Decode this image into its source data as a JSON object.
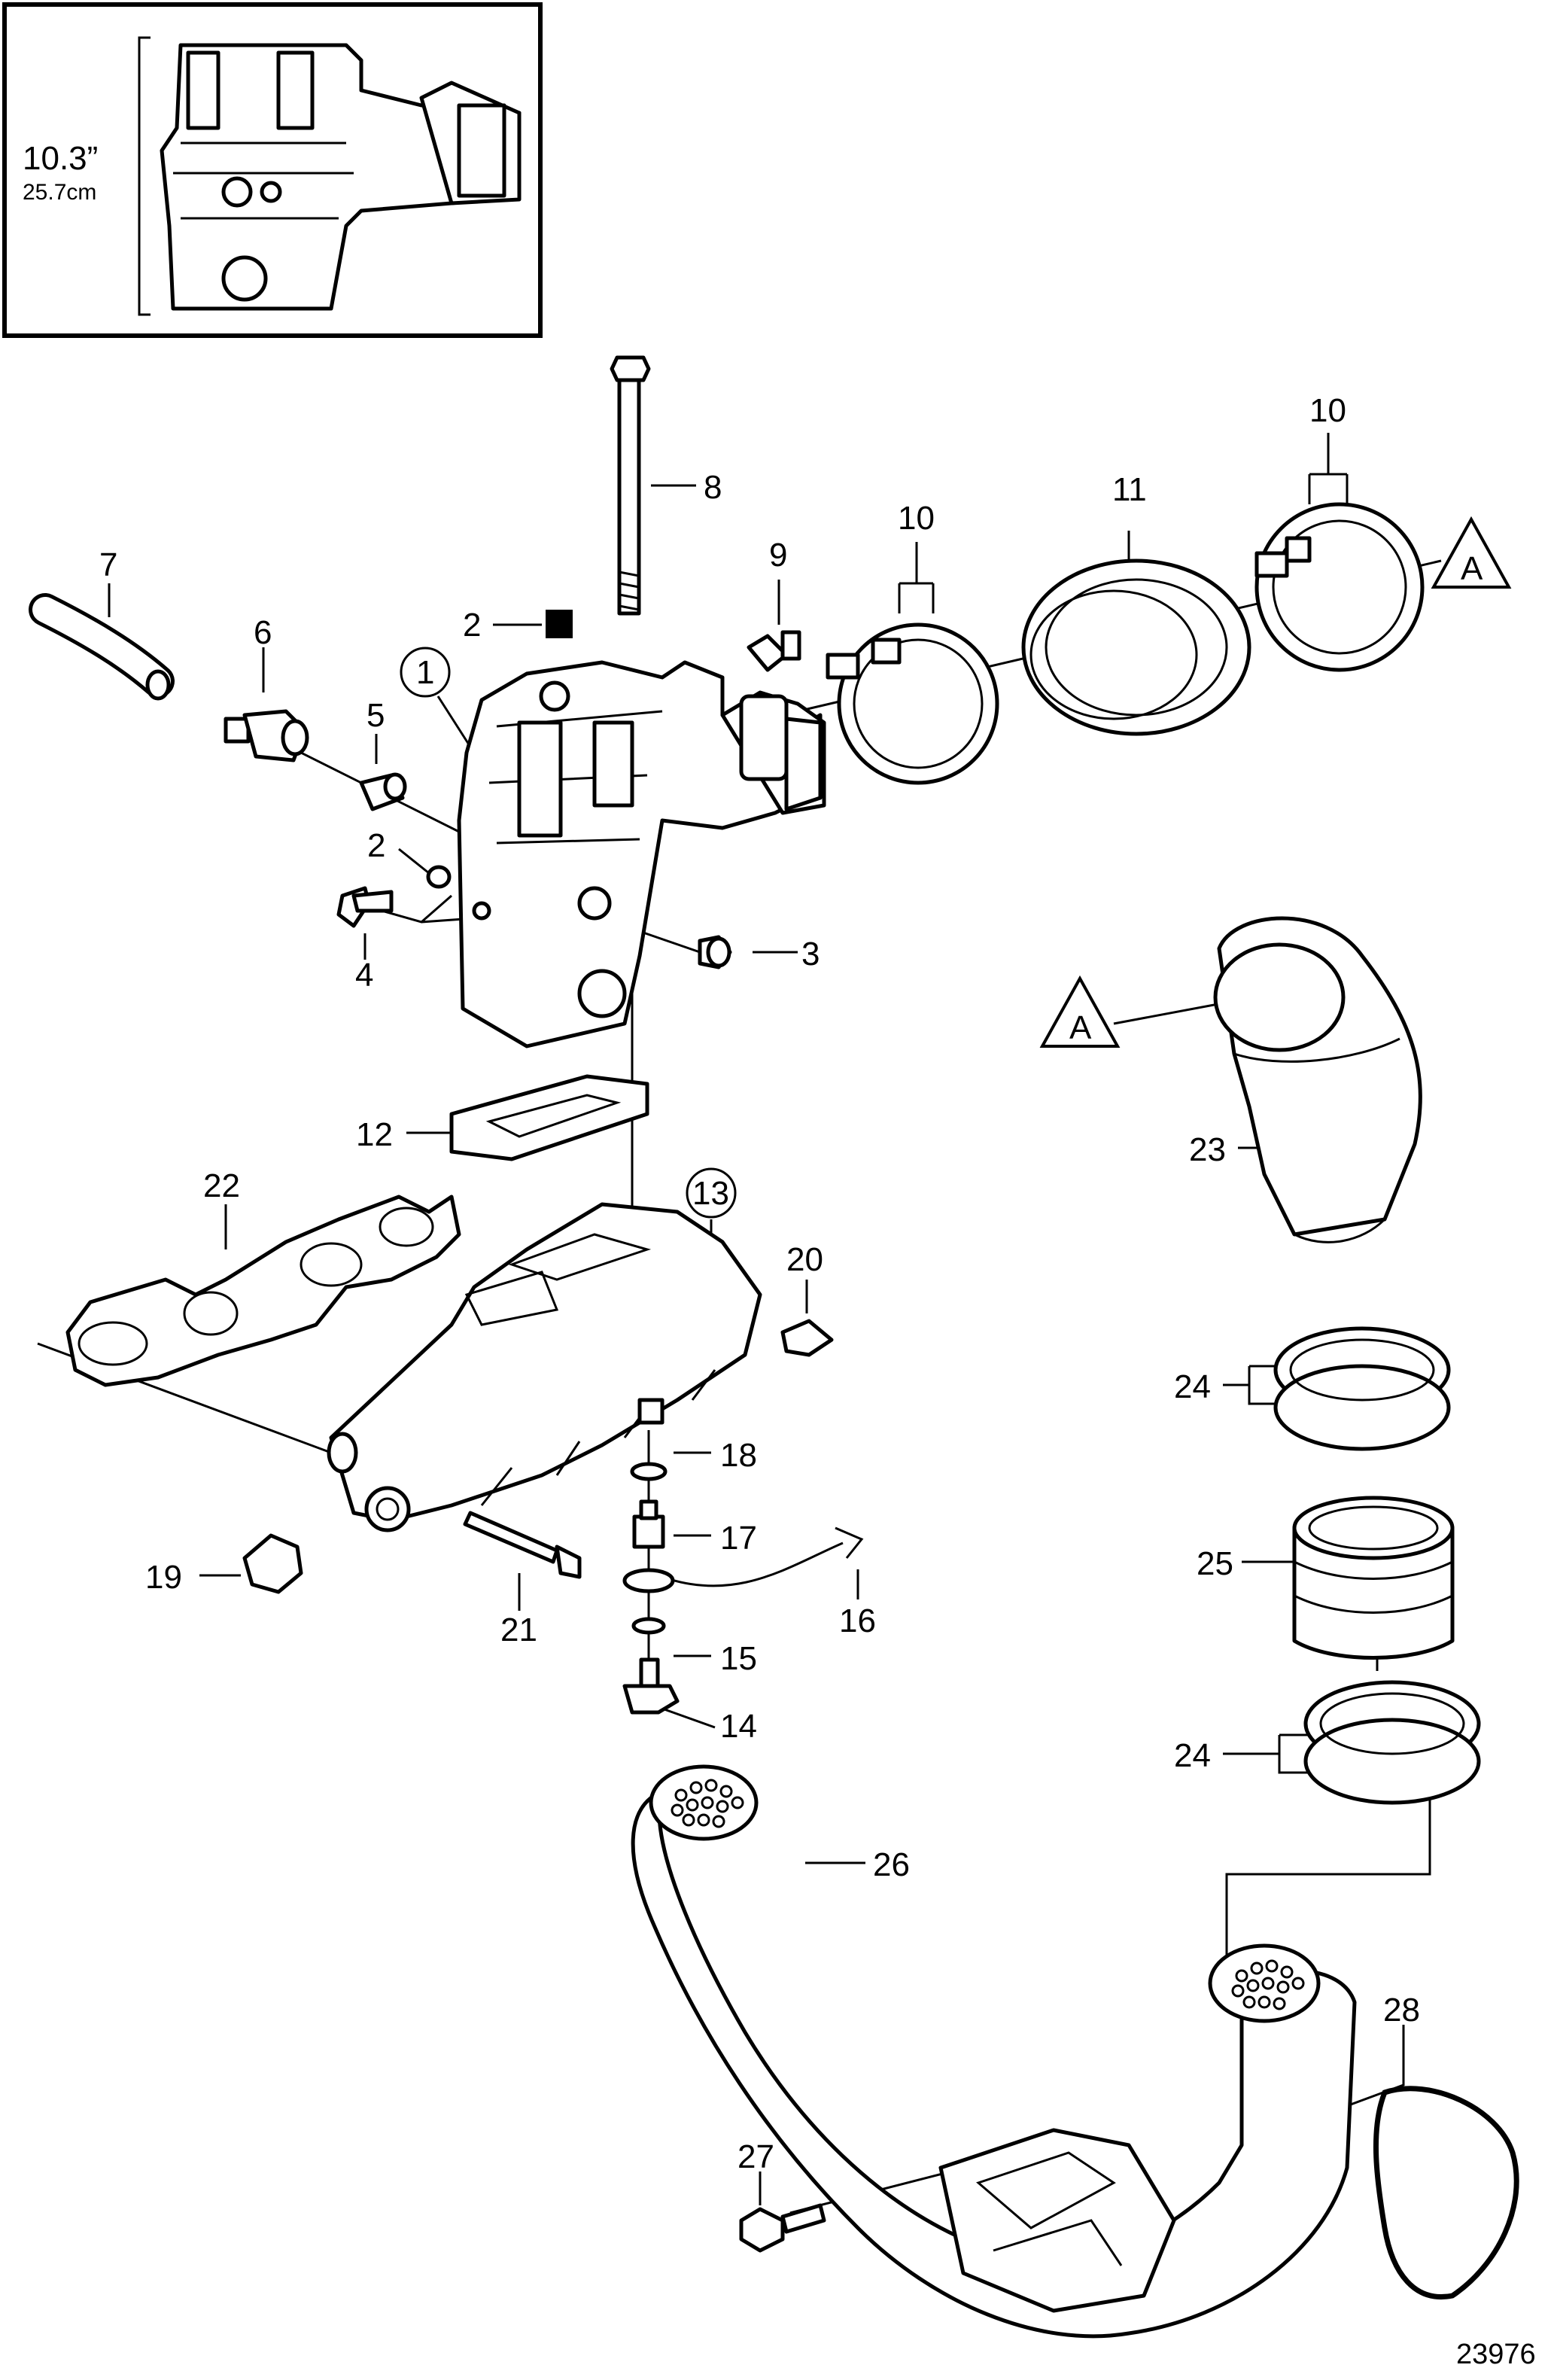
{
  "inset": {
    "height_in": "10.3”",
    "height_cm": "25.7cm"
  },
  "callouts": {
    "c1": "1",
    "c2a": "2",
    "c2b": "2",
    "c3": "3",
    "c4": "4",
    "c5": "5",
    "c6": "6",
    "c7": "7",
    "c8": "8",
    "c9": "9",
    "c10a": "10",
    "c10b": "10",
    "c11": "11",
    "c12": "12",
    "c13": "13",
    "c14": "14",
    "c15": "15",
    "c16": "16",
    "c17": "17",
    "c18": "18",
    "c19": "19",
    "c20": "20",
    "c21": "21",
    "c22": "22",
    "c23": "23",
    "c24a": "24",
    "c24b": "24",
    "c25": "25",
    "c26": "26",
    "c27": "27",
    "c28": "28"
  },
  "refs": {
    "a1": "A",
    "a2": "A"
  },
  "catalog_number": "23976"
}
